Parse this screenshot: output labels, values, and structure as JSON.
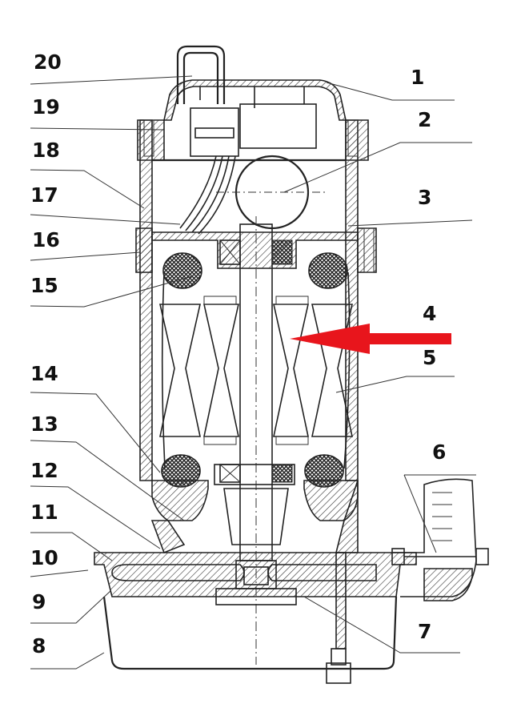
{
  "callouts": [
    {
      "id": "20",
      "text": "20"
    },
    {
      "id": "1",
      "text": "1"
    },
    {
      "id": "19",
      "text": "19"
    },
    {
      "id": "2",
      "text": "2"
    },
    {
      "id": "18",
      "text": "18"
    },
    {
      "id": "17",
      "text": "17"
    },
    {
      "id": "3",
      "text": "3"
    },
    {
      "id": "16",
      "text": "16"
    },
    {
      "id": "15",
      "text": "15"
    },
    {
      "id": "4",
      "text": "4"
    },
    {
      "id": "5",
      "text": "5"
    },
    {
      "id": "14",
      "text": "14"
    },
    {
      "id": "13",
      "text": "13"
    },
    {
      "id": "6",
      "text": "6"
    },
    {
      "id": "12",
      "text": "12"
    },
    {
      "id": "11",
      "text": "11"
    },
    {
      "id": "10",
      "text": "10"
    },
    {
      "id": "9",
      "text": "9"
    },
    {
      "id": "7",
      "text": "7"
    },
    {
      "id": "8",
      "text": "8"
    }
  ],
  "colors": {
    "arrow": "#e8151c",
    "ink": "#222222"
  }
}
